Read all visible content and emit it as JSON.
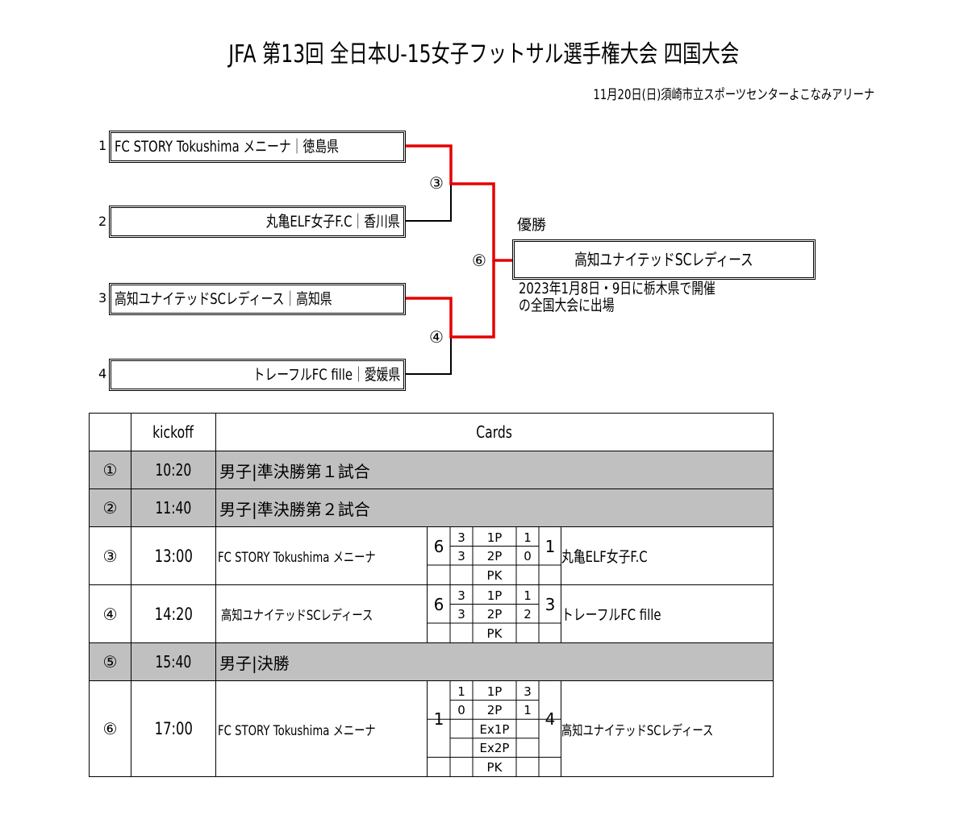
{
  "title": "JFA 第13回 全日本U-15女子フットサル選手権大会 四国大会",
  "subtitle": "11月20日(日)須崎市立スポーツセンターよこなみアリーナ",
  "bracket": {
    "entries": [
      {
        "seed": "1",
        "name": "FC STORY Tokushima メニーナ｜徳島県"
      },
      {
        "seed": "2",
        "name": "丸亀ELF女子F.C｜香川県"
      },
      {
        "seed": "3",
        "name": "高知ユナイテッドSCレディース｜高知県"
      },
      {
        "seed": "4",
        "name": "トレーフルFC fille｜愛媛県"
      }
    ],
    "match_labels": {
      "m3": "③",
      "m4": "④",
      "m6": "⑥"
    },
    "winner_color": "#e60000",
    "champion_label": "優勝",
    "champion": "高知ユナイテッドSCレディース",
    "champion_note_1": "2023年1月8日・9日に栃木県で開催",
    "champion_note_2": "の全国大会に出場"
  },
  "schedule": {
    "headers": {
      "kickoff": "kickoff",
      "cards": "Cards"
    },
    "row_bg_other": "#c0c0c0",
    "rows": [
      {
        "num": "①",
        "time": "10:20",
        "desc": "男子|準決勝第１試合"
      },
      {
        "num": "②",
        "time": "11:40",
        "desc": "男子|準決勝第２試合"
      },
      {
        "num": "③",
        "time": "13:00",
        "home": "FC STORY Tokushima メニーナ",
        "home_total": "6",
        "away_total": "1",
        "away": "丸亀ELF女子F.C",
        "periods": [
          {
            "label": "1P",
            "h": "3",
            "a": "1"
          },
          {
            "label": "2P",
            "h": "3",
            "a": "0"
          },
          {
            "label": "PK",
            "h": "",
            "a": ""
          }
        ]
      },
      {
        "num": "④",
        "time": "14:20",
        "home": "高知ユナイテッドSCレディース",
        "home_total": "6",
        "away_total": "3",
        "away": "トレーフルFC fille",
        "periods": [
          {
            "label": "1P",
            "h": "3",
            "a": "1"
          },
          {
            "label": "2P",
            "h": "3",
            "a": "2"
          },
          {
            "label": "PK",
            "h": "",
            "a": ""
          }
        ]
      },
      {
        "num": "⑤",
        "time": "15:40",
        "desc": "男子|決勝"
      },
      {
        "num": "⑥",
        "time": "17:00",
        "home": "FC STORY Tokushima メニーナ",
        "home_total": "1",
        "away_total": "4",
        "away": "高知ユナイテッドSCレディース",
        "periods": [
          {
            "label": "1P",
            "h": "1",
            "a": "3"
          },
          {
            "label": "2P",
            "h": "0",
            "a": "1"
          },
          {
            "label": "Ex1P",
            "h": "",
            "a": ""
          },
          {
            "label": "Ex2P",
            "h": "",
            "a": ""
          },
          {
            "label": "PK",
            "h": "",
            "a": ""
          }
        ]
      }
    ]
  }
}
